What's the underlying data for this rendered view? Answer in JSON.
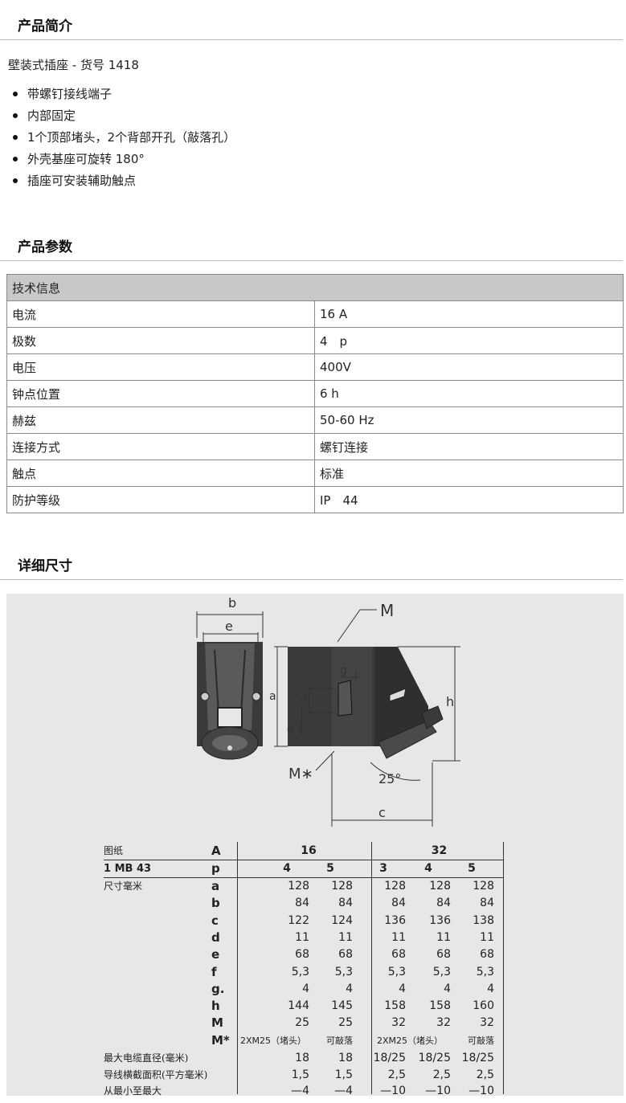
{
  "sections": {
    "intro_title": "产品简介",
    "params_title": "产品参数",
    "dims_title": "详细尺寸"
  },
  "intro": {
    "line": "壁装式插座 - 货号 1418",
    "features": [
      "带螺钉接线端子",
      "内部固定",
      "1个顶部堵头，2个背部开孔（敲落孔）",
      "外壳基座可旋转 180°",
      "插座可安装辅助触点"
    ]
  },
  "spec_table": {
    "header": "技术信息",
    "rows": [
      {
        "label": "电流",
        "value": "16 A"
      },
      {
        "label": "极数",
        "value": "4　p"
      },
      {
        "label": "电压",
        "value": "400V"
      },
      {
        "label": "钟点位置",
        "value": "6 h"
      },
      {
        "label": "赫兹",
        "value": "50-60 Hz"
      },
      {
        "label": "连接方式",
        "value": "螺钉连接"
      },
      {
        "label": "触点",
        "value": "标准"
      },
      {
        "label": "防护等级",
        "value": "IP　44"
      }
    ]
  },
  "drawing_labels": {
    "b": "b",
    "e": "e",
    "M": "M",
    "g": "g.",
    "a": "a",
    "d": "d",
    "f": "ϕ f",
    "h": "h",
    "M_star": "M∗",
    "angle": "25°",
    "c": "c"
  },
  "dim_table": {
    "drawing_label": "图纸",
    "model": "1 MB 43",
    "size_label": "尺寸毫米",
    "col_A": "A",
    "col_p": "p",
    "group_16": "16",
    "group_32": "32",
    "poles": [
      "4",
      "5",
      "3",
      "4",
      "5"
    ],
    "rows": [
      {
        "sym": "a",
        "values": [
          "128",
          "128",
          "128",
          "128",
          "128"
        ]
      },
      {
        "sym": "b",
        "values": [
          "84",
          "84",
          "84",
          "84",
          "84"
        ]
      },
      {
        "sym": "c",
        "values": [
          "122",
          "124",
          "136",
          "136",
          "138"
        ]
      },
      {
        "sym": "d",
        "values": [
          "11",
          "11",
          "11",
          "11",
          "11"
        ]
      },
      {
        "sym": "e",
        "values": [
          "68",
          "68",
          "68",
          "68",
          "68"
        ]
      },
      {
        "sym": "f",
        "values": [
          "5,3",
          "5,3",
          "5,3",
          "5,3",
          "5,3"
        ]
      },
      {
        "sym": "g.",
        "values": [
          "4",
          "4",
          "4",
          "4",
          "4"
        ]
      },
      {
        "sym": "h",
        "values": [
          "144",
          "145",
          "158",
          "158",
          "160"
        ]
      },
      {
        "sym": "M",
        "values": [
          "25",
          "25",
          "32",
          "32",
          "32"
        ]
      },
      {
        "sym": "M*",
        "values": [
          "2XM25（堵头）",
          "可敲落",
          "2XM25（堵头）",
          "",
          "可敲落"
        ]
      }
    ],
    "extra_rows": [
      {
        "label": "最大电缆直径(毫米)",
        "values": [
          "18",
          "18",
          "18/25",
          "18/25",
          "18/25"
        ]
      },
      {
        "label": "导线横截面积(平方毫米)",
        "values": [
          "1,5",
          "1,5",
          "2,5",
          "2,5",
          "2,5"
        ]
      },
      {
        "label": "从最小至最大",
        "values": [
          "—4",
          "—4",
          "—10",
          "—10",
          "—10"
        ]
      }
    ]
  }
}
